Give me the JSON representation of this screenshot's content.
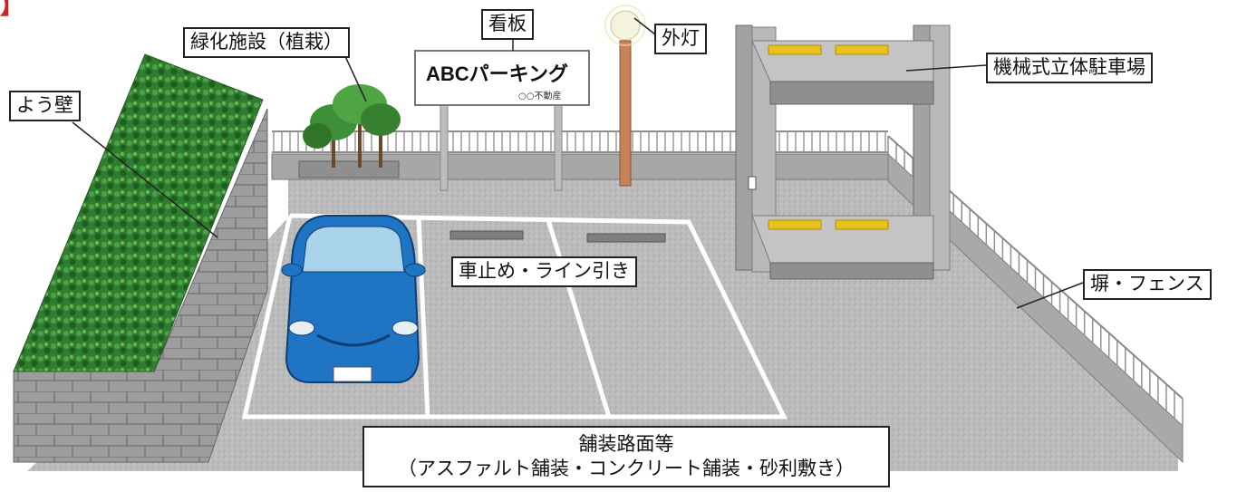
{
  "header_fragment": "】",
  "labels": {
    "retaining_wall": "よう壁",
    "greenery": "緑化施設（植栽）",
    "signboard": "看板",
    "outdoor_light": "外灯",
    "mechanical_parking": "機械式立体駐車場",
    "wheel_stop_lines": "車止め・ライン引き",
    "fence": "塀・フェンス",
    "paving_title": "舗装路面等",
    "paving_detail": "（アスファルト舗装・コンクリート舗装・砂利敷き）"
  },
  "sign": {
    "title": "ABCパーキング",
    "subtitle": "○○不動産"
  },
  "colors": {
    "header_red": "#d42020",
    "car_blue": "#1f74c4",
    "greenery": "#2f7d2f",
    "pole_copper": "#c8825a",
    "ground_gray": "#bdbdbd",
    "tray_yellow": "#e8c21a"
  }
}
